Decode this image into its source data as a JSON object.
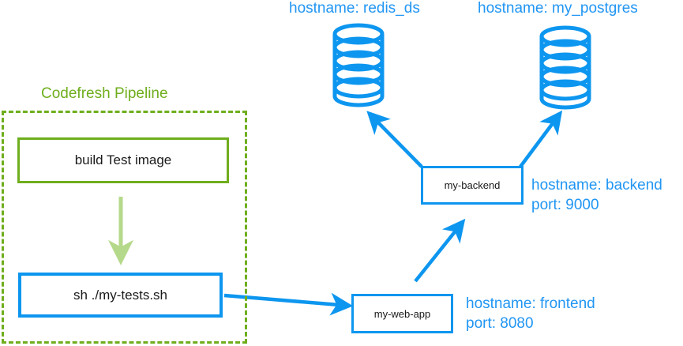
{
  "diagram": {
    "title_text": "Codefresh Pipeline",
    "pipeline": {
      "title": "Codefresh Pipeline",
      "steps": [
        {
          "id": "build",
          "label": "build Test image",
          "border_color": "#6fae1d"
        },
        {
          "id": "tests",
          "label": "sh ./my-tests.sh",
          "border_color": "#0d96ef"
        }
      ]
    },
    "services": [
      {
        "id": "my-web-app",
        "label": "my-web-app",
        "hostname_line": "hostname: frontend",
        "port_line": "port: 8080"
      },
      {
        "id": "my-backend",
        "label": "my-backend",
        "hostname_line": "hostname: backend",
        "port_line": "port: 9000"
      }
    ],
    "datastores": [
      {
        "id": "redis",
        "caption": "hostname: redis_ds",
        "icon": "database-cylinder-icon"
      },
      {
        "id": "postgres",
        "caption": "hostname: my_postgres",
        "icon": "database-cylinder-icon"
      }
    ],
    "colors": {
      "green": "#6fae1d",
      "light_green": "#b5d98a",
      "blue": "#0d96ef",
      "caption_blue": "#2196f3",
      "text": "#1a1a1a"
    },
    "connections": [
      {
        "from": "tests",
        "to": "my-web-app",
        "color": "#0d96ef"
      },
      {
        "from": "my-web-app",
        "to": "my-backend",
        "color": "#0d96ef"
      },
      {
        "from": "my-backend",
        "to": "redis",
        "color": "#0d96ef"
      },
      {
        "from": "my-backend",
        "to": "postgres",
        "color": "#0d96ef"
      },
      {
        "from": "build",
        "to": "tests",
        "color": "#b5d98a"
      }
    ]
  }
}
